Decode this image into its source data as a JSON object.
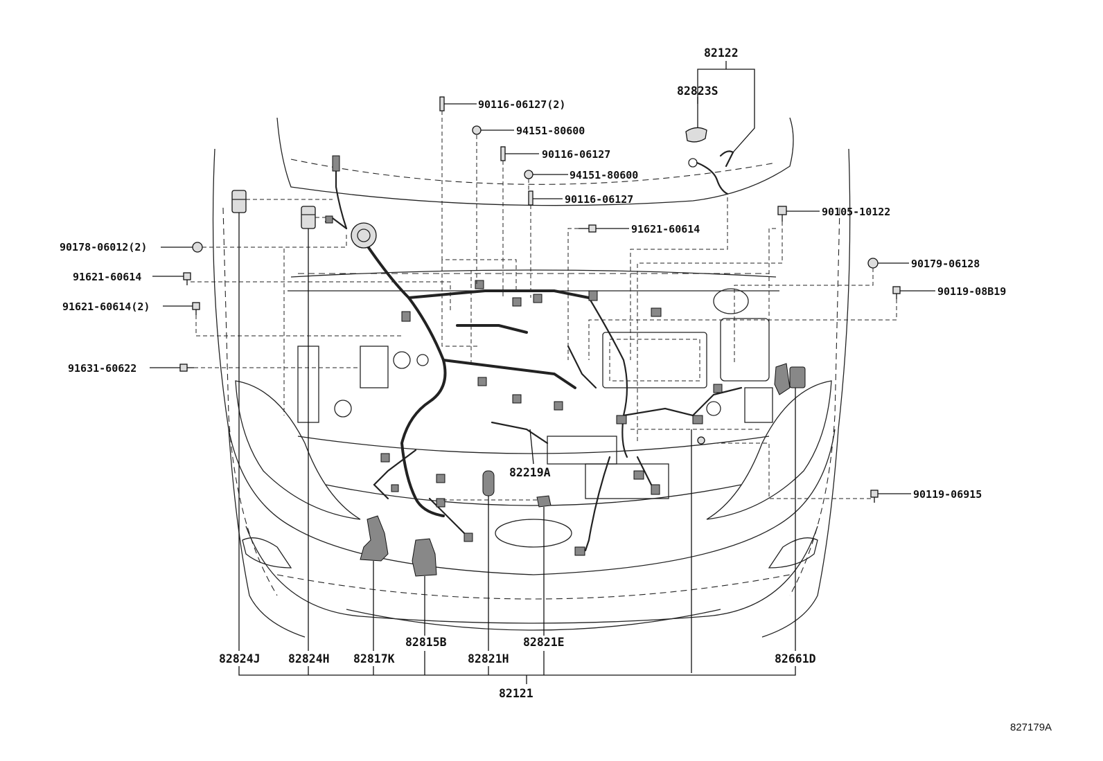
{
  "diagram_id": "827179A",
  "labels": {
    "p82122": "82122",
    "p82823S": "82823S",
    "p90116_06127_2": "90116-06127(2)",
    "p94151_80600_a": "94151-80600",
    "p90116_06127_a": "90116-06127",
    "p94151_80600_b": "94151-80600",
    "p90116_06127_b": "90116-06127",
    "p91621_60614_a": "91621-60614",
    "p90105_10122": "90105-10122",
    "p90178_06012_2": "90178-06012(2)",
    "p91621_60614_b": "91621-60614",
    "p90179_06128": "90179-06128",
    "p90119_08B19": "90119-08B19",
    "p91621_60614_2": "91621-60614(2)",
    "p91631_60622": "91631-60622",
    "p82219A": "82219A",
    "p90119_06915": "90119-06915",
    "p82815B": "82815B",
    "p82821E": "82821E",
    "p82824J": "82824J",
    "p82824H": "82824H",
    "p82817K": "82817K",
    "p82821H": "82821H",
    "p82661D": "82661D",
    "p82121": "82121"
  }
}
